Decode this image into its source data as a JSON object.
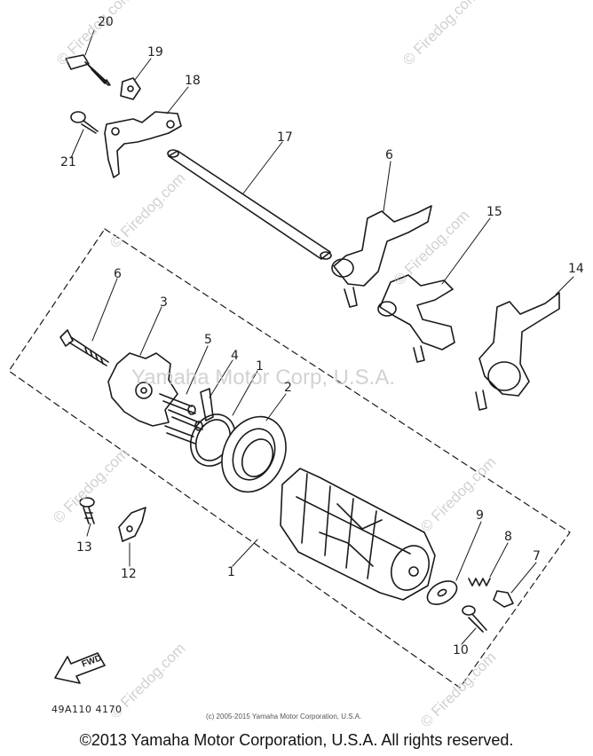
{
  "callouts": [
    "20",
    "19",
    "18",
    "21",
    "17",
    "6",
    "15",
    "14",
    "6",
    "3",
    "5",
    "4",
    "1",
    "2",
    "9",
    "8",
    "7",
    "10",
    "13",
    "12",
    "1"
  ],
  "watermarks": {
    "site": "© Firedog.com",
    "corp": "Yamaha Motor Corp, U.S.A."
  },
  "fwd_label": "FWD",
  "part_code": "49A110 4170",
  "small_copyright": "(c) 2005-2015 Yamaha Motor Corporation, U.S.A.",
  "footer_copyright": "©2013 Yamaha Motor Corporation, U.S.A. All rights reserved."
}
